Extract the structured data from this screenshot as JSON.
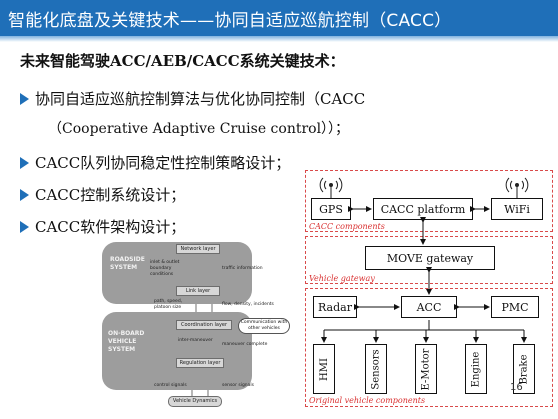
{
  "header": {
    "title": "智能化底盘及关键技术——协同自适应巡航控制（CACC）"
  },
  "content": {
    "heading": "未来智能驾驶ACC/AEB/CACC系统关键技术：",
    "bullets": [
      "协同自适应巡航控制算法与优化协同控制（CACC",
      "CACC队列协同稳定性控制策略设计；",
      "CACC控制系统设计；",
      "CACC软件架构设计；"
    ],
    "bullet1_continuation": "（Cooperative Adaptive Cruise control））；"
  },
  "figure_left": {
    "roadside_system": "ROADSIDE\nSYSTEM",
    "onboard_system": "ON-BOARD\nVEHICLE\nSYSTEM",
    "network_layer": "Network layer",
    "link_layer": "Link layer",
    "coordination_layer": "Coordination layer",
    "regulation_layer": "Regulation layer",
    "vehicle_dynamics": "Vehicle Dynamics",
    "inlet_outlet": "inlet & outlet\nboundary\nconditions",
    "traffic_info": "traffic information",
    "path_speed": "path, speed,\nplatoon size",
    "flow_density": "flow, density, incidents",
    "communication": "Communication with\nother vehicles",
    "inter_maneuver": "inter-maneuver",
    "maneuver_complete": "maneuver complete",
    "control_signals": "control signals",
    "sensor_signals": "sensor signals"
  },
  "figure_right": {
    "gps": "GPS",
    "cacc_platform": "CACC platform",
    "wifi": "WiFi",
    "cacc_components": "CACC components",
    "move_gateway": "MOVE gateway",
    "vehicle_gateway": "Vehicle gateway",
    "radar": "Radar",
    "acc": "ACC",
    "pmc": "PMC",
    "hmi": "HMI",
    "sensors": "Sensors",
    "emotor": "E-Motor",
    "engine": "Engine",
    "brake": "Brake",
    "original_components": "Original vehicle components"
  },
  "page_number": "16"
}
